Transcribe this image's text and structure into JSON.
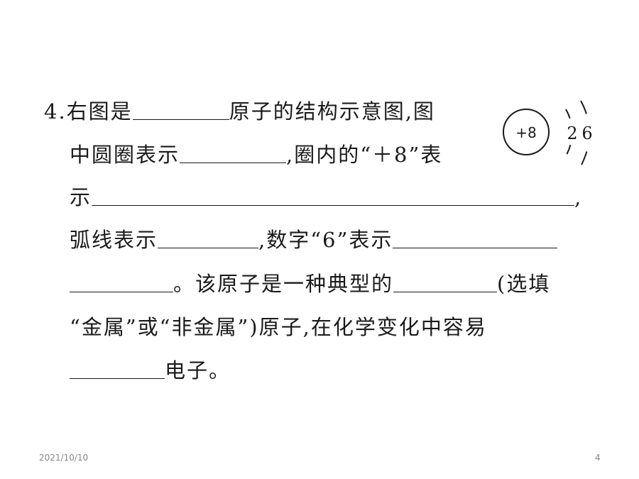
{
  "question": {
    "number": "4.",
    "line1_a": "右图是",
    "line1_b": "原子的结构示意图,图",
    "line2_a": "中圆圈表示",
    "line2_b": ",圈内的“＋8”表",
    "line3_a": "示",
    "line3_b": ",",
    "line4_a": "弧线表示",
    "line4_b": ",数字“6”表示",
    "line5_a": "。该原子是一种典型的",
    "line5_b": "(选填",
    "line6": "“金属”或“非金属”)原子,在化学变化中容易",
    "line7": "电子。"
  },
  "atom_diagram": {
    "nucleus_label": "+8",
    "shell1_electrons": "2",
    "shell2_electrons": "6"
  },
  "footer": {
    "date": "2021/10/10",
    "page_number": "4"
  }
}
